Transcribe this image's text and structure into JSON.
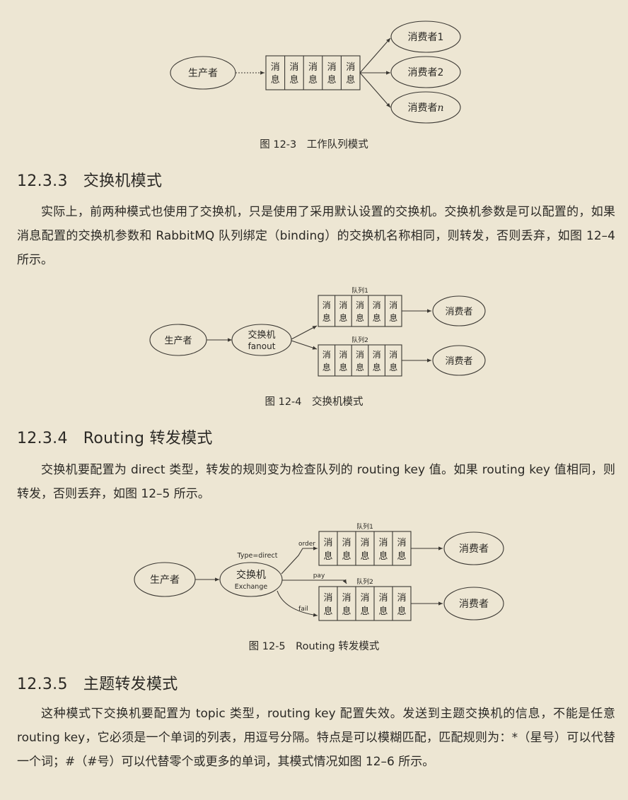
{
  "msg": [
    "消",
    "息"
  ],
  "fig3": {
    "producer": "生产者",
    "consumers": [
      "消费者1",
      "消费者2"
    ],
    "consumer_n_prefix": "消费者",
    "consumer_n_var": "n",
    "caption": "图 12-3　工作队列模式"
  },
  "sec333": {
    "number": "12.3.3",
    "title": "交换机模式",
    "paragraph": "实际上，前两种模式也使用了交换机，只是使用了采用默认设置的交换机。交换机参数是可以配置的，如果消息配置的交换机参数和 RabbitMQ 队列绑定（binding）的交换机名称相同，则转发，否则丢弃，如图 12–4 所示。"
  },
  "fig4": {
    "producer": "生产者",
    "exchange": "交换机",
    "exchange_sub": "fanout",
    "queue1": "队列1",
    "queue2": "队列2",
    "consumer": "消费者",
    "caption": "图 12-4　交换机模式"
  },
  "sec334": {
    "number": "12.3.4",
    "title": "Routing 转发模式",
    "paragraph": "交换机要配置为 direct 类型，转发的规则变为检查队列的 routing key 值。如果 routing key 值相同，则转发，否则丢弃，如图 12–5 所示。"
  },
  "fig5": {
    "producer": "生产者",
    "exchange": "交换机",
    "exchange_sub": "Exchange",
    "type_label": "Type=direct",
    "order": "order",
    "pay": "pay",
    "fail": "fail",
    "queue1": "队列1",
    "queue2": "队列2",
    "consumer": "消费者",
    "caption": "图 12-5　Routing 转发模式"
  },
  "sec335": {
    "number": "12.3.5",
    "title": "主题转发模式",
    "paragraph": "这种模式下交换机要配置为 topic 类型，routing key 配置失效。发送到主题交换机的信息，不能是任意 routing key，它必须是一个单词的列表，用逗号分隔。特点是可以模糊匹配，匹配规则为：*（星号）可以代替一个词；#（#号）可以代替零个或更多的单词，其模式情况如图 12–6 所示。"
  }
}
